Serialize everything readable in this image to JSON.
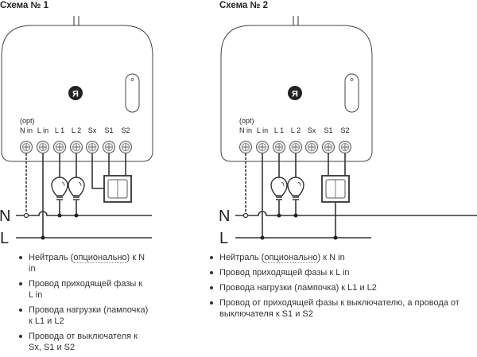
{
  "schemes": [
    {
      "title": "Схема № 1",
      "opt_label": "(opt)",
      "terminals": [
        "N in",
        "L in",
        "L 1",
        "L 2",
        "Sx",
        "S1",
        "S2"
      ],
      "logo": "Я",
      "line_n": "N",
      "line_l": "L",
      "bullets": [
        {
          "pre": "Нейтраль (",
          "term": "опционально",
          "post": ") к N in"
        },
        {
          "pre": "Провод приходящей фазы к L in",
          "term": "",
          "post": ""
        },
        {
          "pre": "Провода нагрузки (лампочка) к L1 и L2",
          "term": "",
          "post": ""
        },
        {
          "pre": "Провода от выключателя к Sx, S1 и S2",
          "term": "",
          "post": ""
        }
      ]
    },
    {
      "title": "Схема № 2",
      "opt_label": "(opt)",
      "terminals": [
        "N in",
        "L in",
        "L 1",
        "L 2",
        "Sx",
        "S1",
        "S2"
      ],
      "logo": "Я",
      "line_n": "N",
      "line_l": "L",
      "bullets": [
        {
          "pre": "Нейтраль (",
          "term": "опционально",
          "post": ") к N in"
        },
        {
          "pre": "Провод приходящей фазы к L in",
          "term": "",
          "post": ""
        },
        {
          "pre": "Провода нагрузки (лампочка) к L1 и L2",
          "term": "",
          "post": ""
        },
        {
          "pre": "Провод от приходящей фазы к выключателю, а провода от выключателя к S1 и S2",
          "term": "",
          "post": ""
        }
      ]
    }
  ]
}
